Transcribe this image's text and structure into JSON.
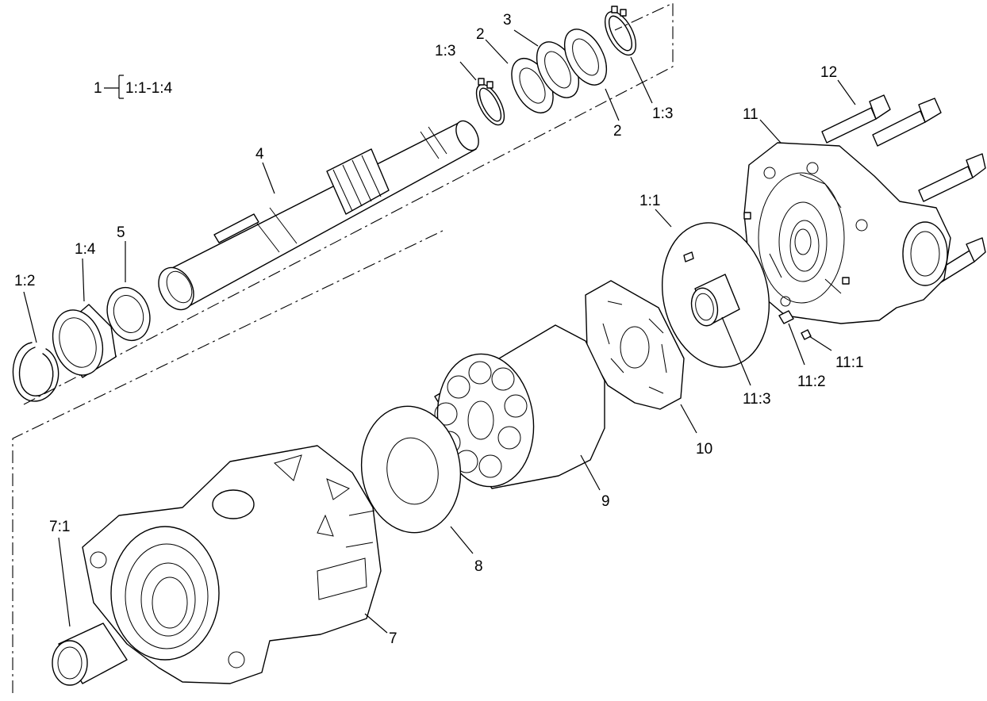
{
  "legend": {
    "item": "1",
    "range": "1:1-1:4"
  },
  "callouts": {
    "c_1_3_a": "1:3",
    "c_2_a": "2",
    "c_3": "3",
    "c_2_b": "2",
    "c_1_3_b": "1:3",
    "c_12": "12",
    "c_11": "11",
    "c_4": "4",
    "c_1_1": "1:1",
    "c_5": "5",
    "c_1_4": "1:4",
    "c_1_2": "1:2",
    "c_10": "10",
    "c_11_3": "11:3",
    "c_11_2": "11:2",
    "c_11_1": "11:1",
    "c_9": "9",
    "c_8": "8",
    "c_7_1": "7:1",
    "c_7": "7"
  }
}
